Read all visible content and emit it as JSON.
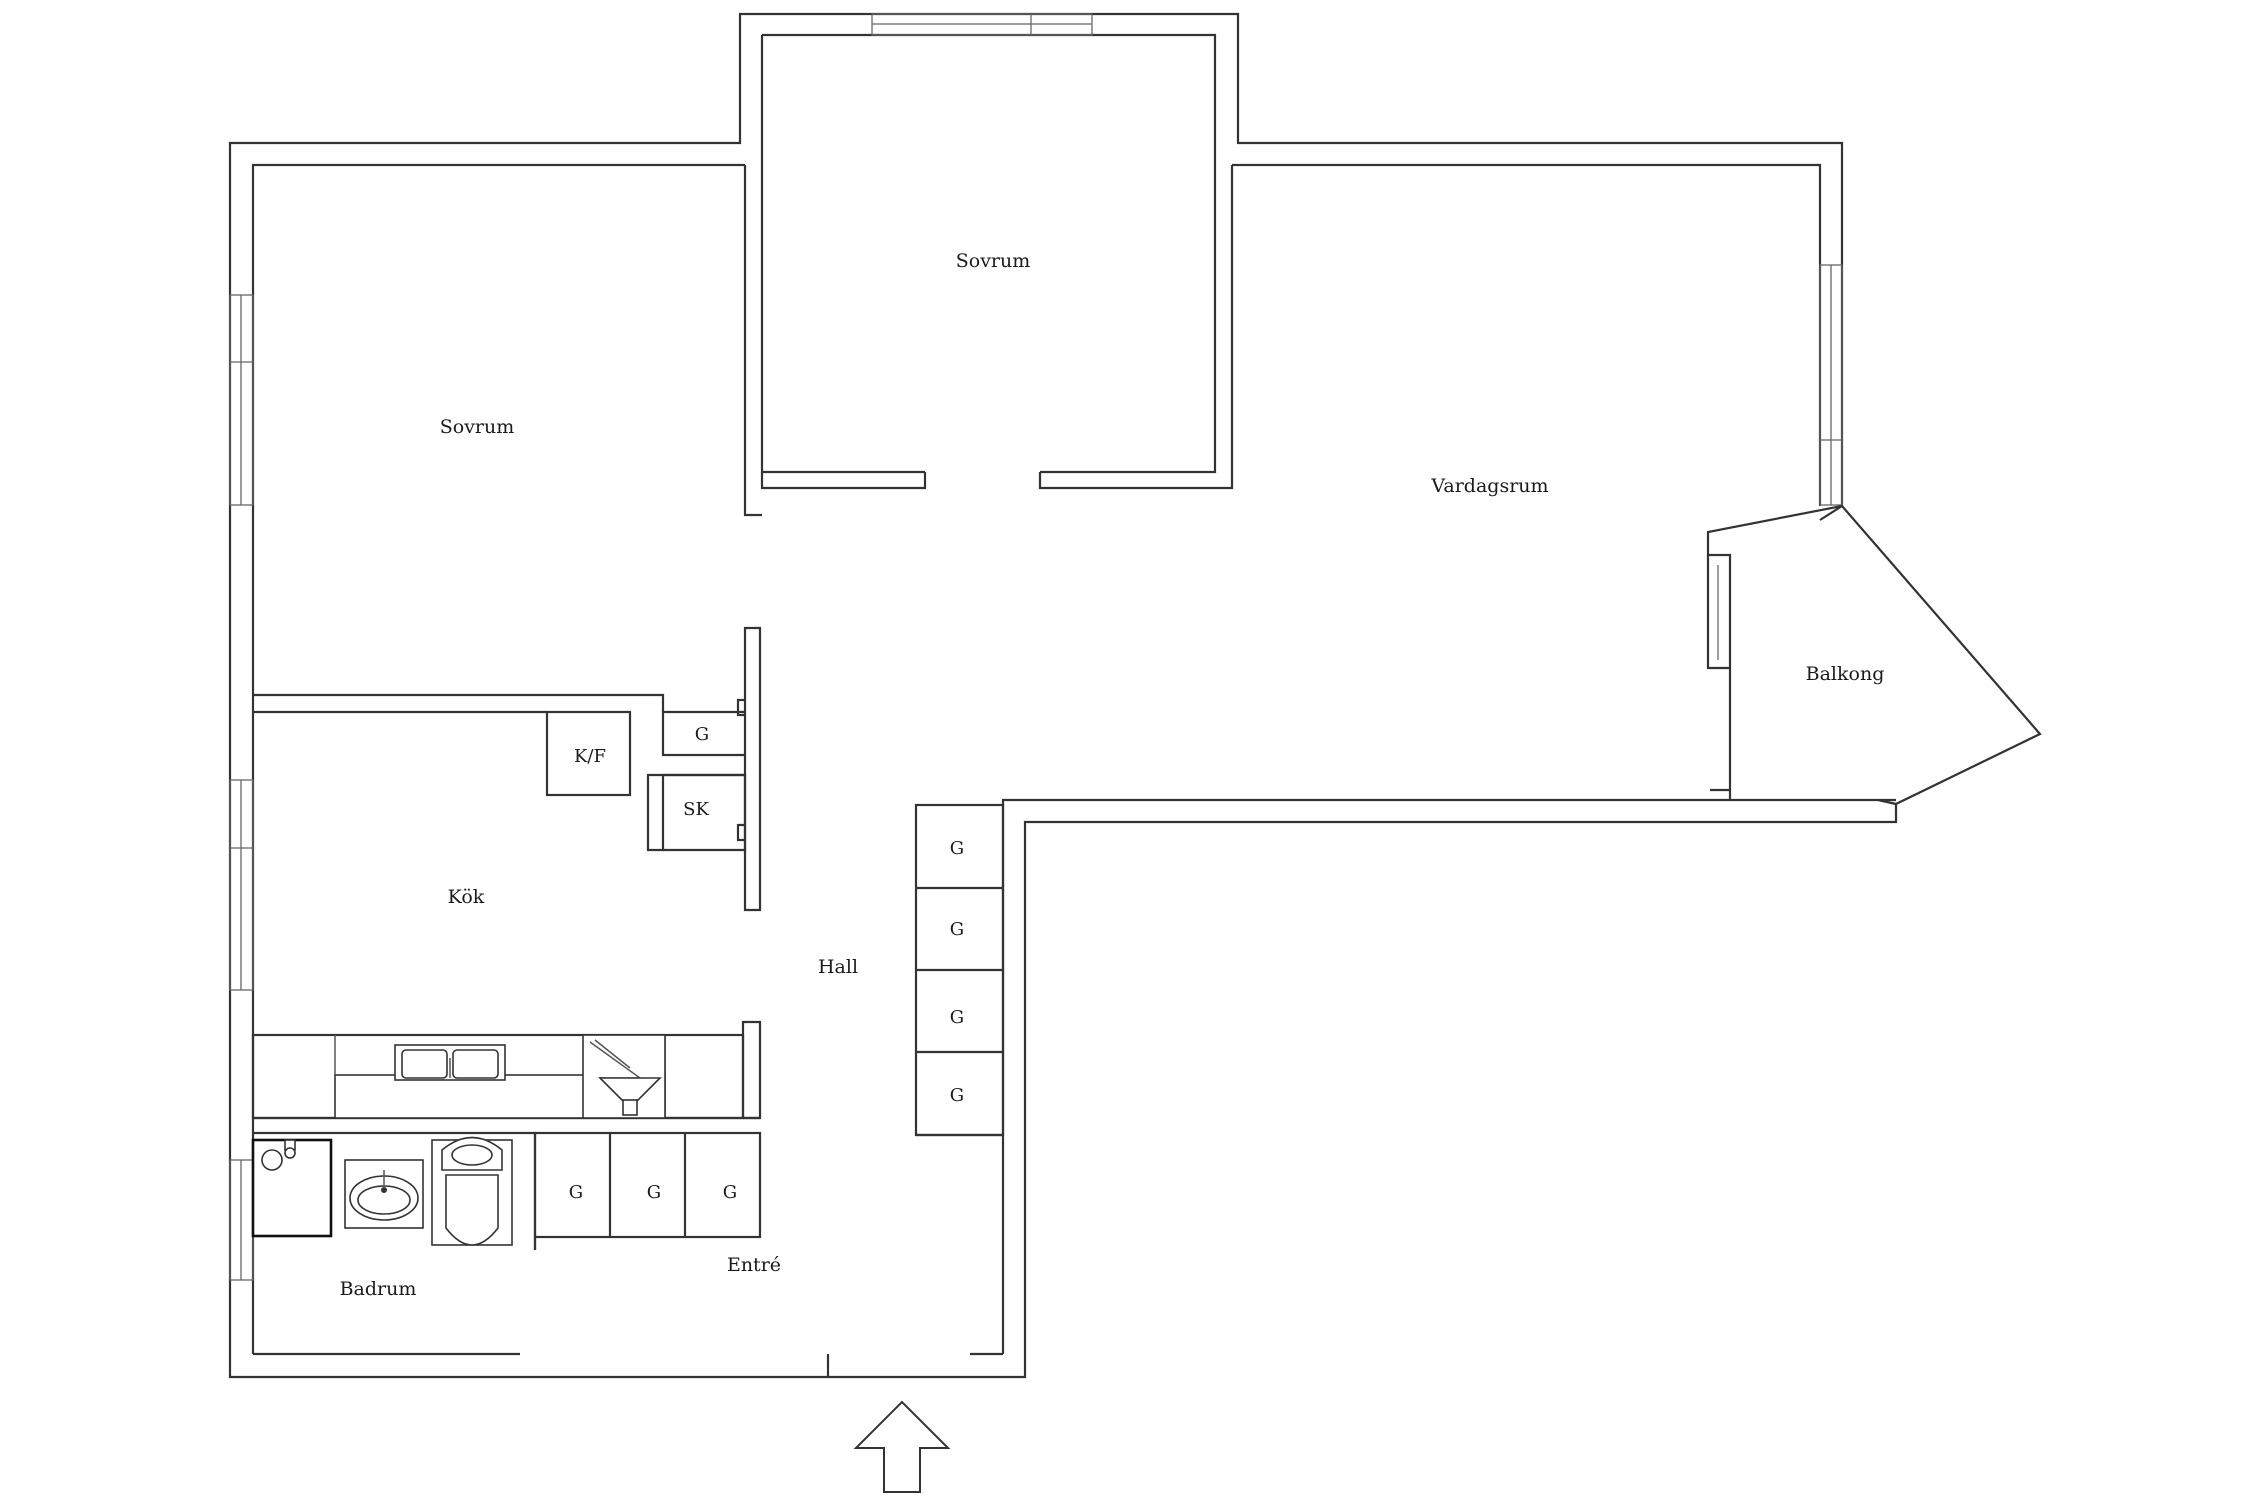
{
  "rooms": {
    "sovrum_left": "Sovrum",
    "sovrum_top": "Sovrum",
    "vardagsrum": "Vardagsrum",
    "balkong": "Balkong",
    "kok": "Kök",
    "hall": "Hall",
    "badrum": "Badrum",
    "entre": "Entré"
  },
  "closets": {
    "kf": "K/F",
    "g_upper": "G",
    "sk": "SK",
    "hall_column": [
      "G",
      "G",
      "G",
      "G"
    ],
    "entre_row": [
      "G",
      "G",
      "G"
    ]
  },
  "icons": {
    "entrance": "entrance-arrow-icon",
    "sink": "kitchen-sink-icon",
    "stove": "stove-icon",
    "wash_basin": "wash-basin-icon",
    "toilet": "toilet-icon",
    "washing_machine": "washing-machine-icon"
  },
  "colors": {
    "wall": "#333333",
    "background": "#ffffff"
  }
}
